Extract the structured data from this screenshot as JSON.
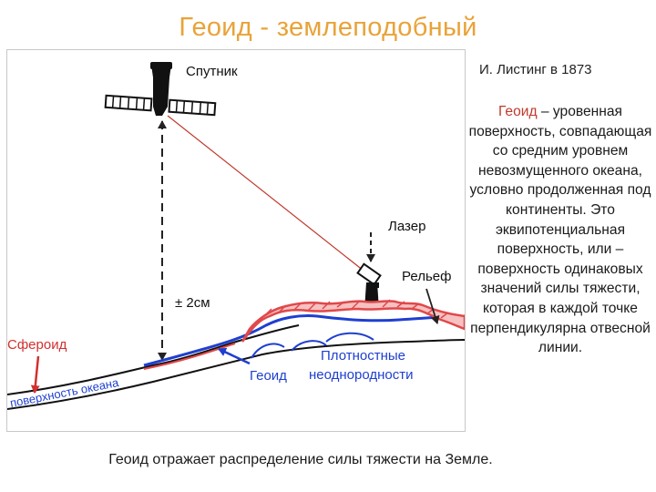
{
  "slide": {
    "title": "Геоид - землеподобный",
    "attribution": "И. Листинг в 1873",
    "definition_term": "Геоид",
    "definition_rest": " – уровенная поверхность, совпадающая со средним уровнем невозмущенного океана, условно продолженная под континенты. Это эквипотенциальная поверхность, или – поверхность одинаковых значений силы тяжести, которая в каждой точке перпендикулярна отвесной линии.",
    "footer": "Геоид отражает распределение силы тяжести на Земле."
  },
  "diagram": {
    "labels": {
      "satellite": "Спутник",
      "laser": "Лазер",
      "relief": "Рельеф",
      "accuracy": "± 2см",
      "spheroid": "Сфероид",
      "geoid": "Геоид",
      "density_line1": "Плотностные",
      "density_line2": "неоднородности",
      "ocean_surface": "поверхность океана"
    },
    "colors": {
      "title": "#e8a338",
      "relief": "#e0484a",
      "geoid": "#1e3fd0",
      "laser_beam": "#c0392b",
      "arrows": "#222222",
      "definition_term": "#c0392b"
    },
    "icons": [
      "satellite-icon",
      "laser-device-icon"
    ]
  }
}
